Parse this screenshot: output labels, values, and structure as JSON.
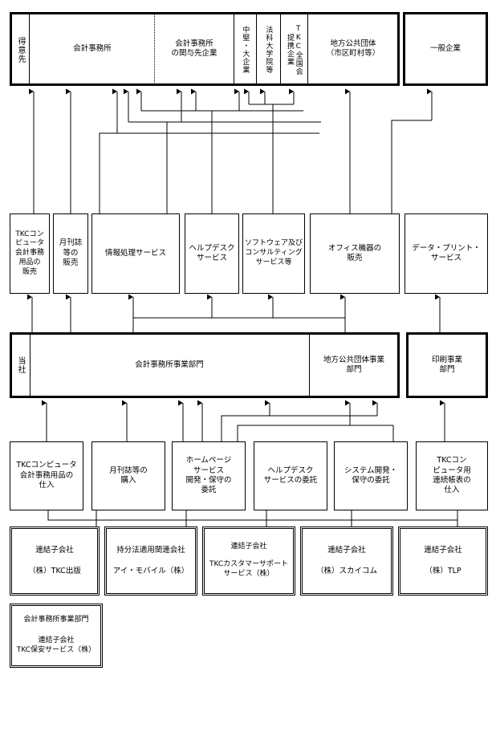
{
  "customers": {
    "label": "得意先",
    "accounting_office": "会計事務所",
    "office_clients": "会計事務所\nの関与先企業",
    "mid_large": "中堅・大企業",
    "universities": "法科大学院等",
    "tkc_association": "TKC全国会\n提携企業",
    "local_gov": "地方公共団体\n（市区町村等）",
    "general": "一般企業"
  },
  "services": {
    "supplies": "TKCコン\nピュータ\n会計事務\n用品の\n販売",
    "magazine": "月刊誌\n等の\n販売",
    "info_processing": "情報処理サービス",
    "helpdesk": "ヘルプデスク\nサービス",
    "software": "ソフトウェア及び\nコンサルティング\nサービス等",
    "office_equipment": "オフィス機器の\n販売",
    "data_print": "データ・プリント・\nサービス"
  },
  "company": {
    "label": "当社",
    "accounting_div": "会計事務所事業部門",
    "local_gov_div": "地方公共団体事業\n部門",
    "printing_div": "印刷事業\n部門"
  },
  "outsourcing": {
    "supplies_purchase": "TKCコンピュータ\n会計事務用品の\n仕入",
    "magazine_purchase": "月刊誌等の\n購入",
    "homepage": "ホームページ\nサービス\n開発・保守の\n委託",
    "helpdesk_outsourcing": "ヘルプデスク\nサービスの委託",
    "system_dev": "システム開発・\n保守の委託",
    "forms_purchase": "TKCコン\nピュータ用\n連続帳表の\n仕入"
  },
  "subsidiaries": [
    {
      "type": "連結子会社",
      "name": "（株）TKC出版"
    },
    {
      "type": "持分法適用関連会社",
      "name": "アイ・モバイル（株）"
    },
    {
      "type": "連結子会社",
      "name": "TKCカスタマーサポート\nサービス（株）"
    },
    {
      "type": "連結子会社",
      "name": "（株）スカイコム"
    },
    {
      "type": "連結子会社",
      "name": "（株）TLP"
    }
  ],
  "security": {
    "division": "会計事務所事業部門",
    "type": "連結子会社",
    "name": "TKC保安サービス（株）"
  }
}
